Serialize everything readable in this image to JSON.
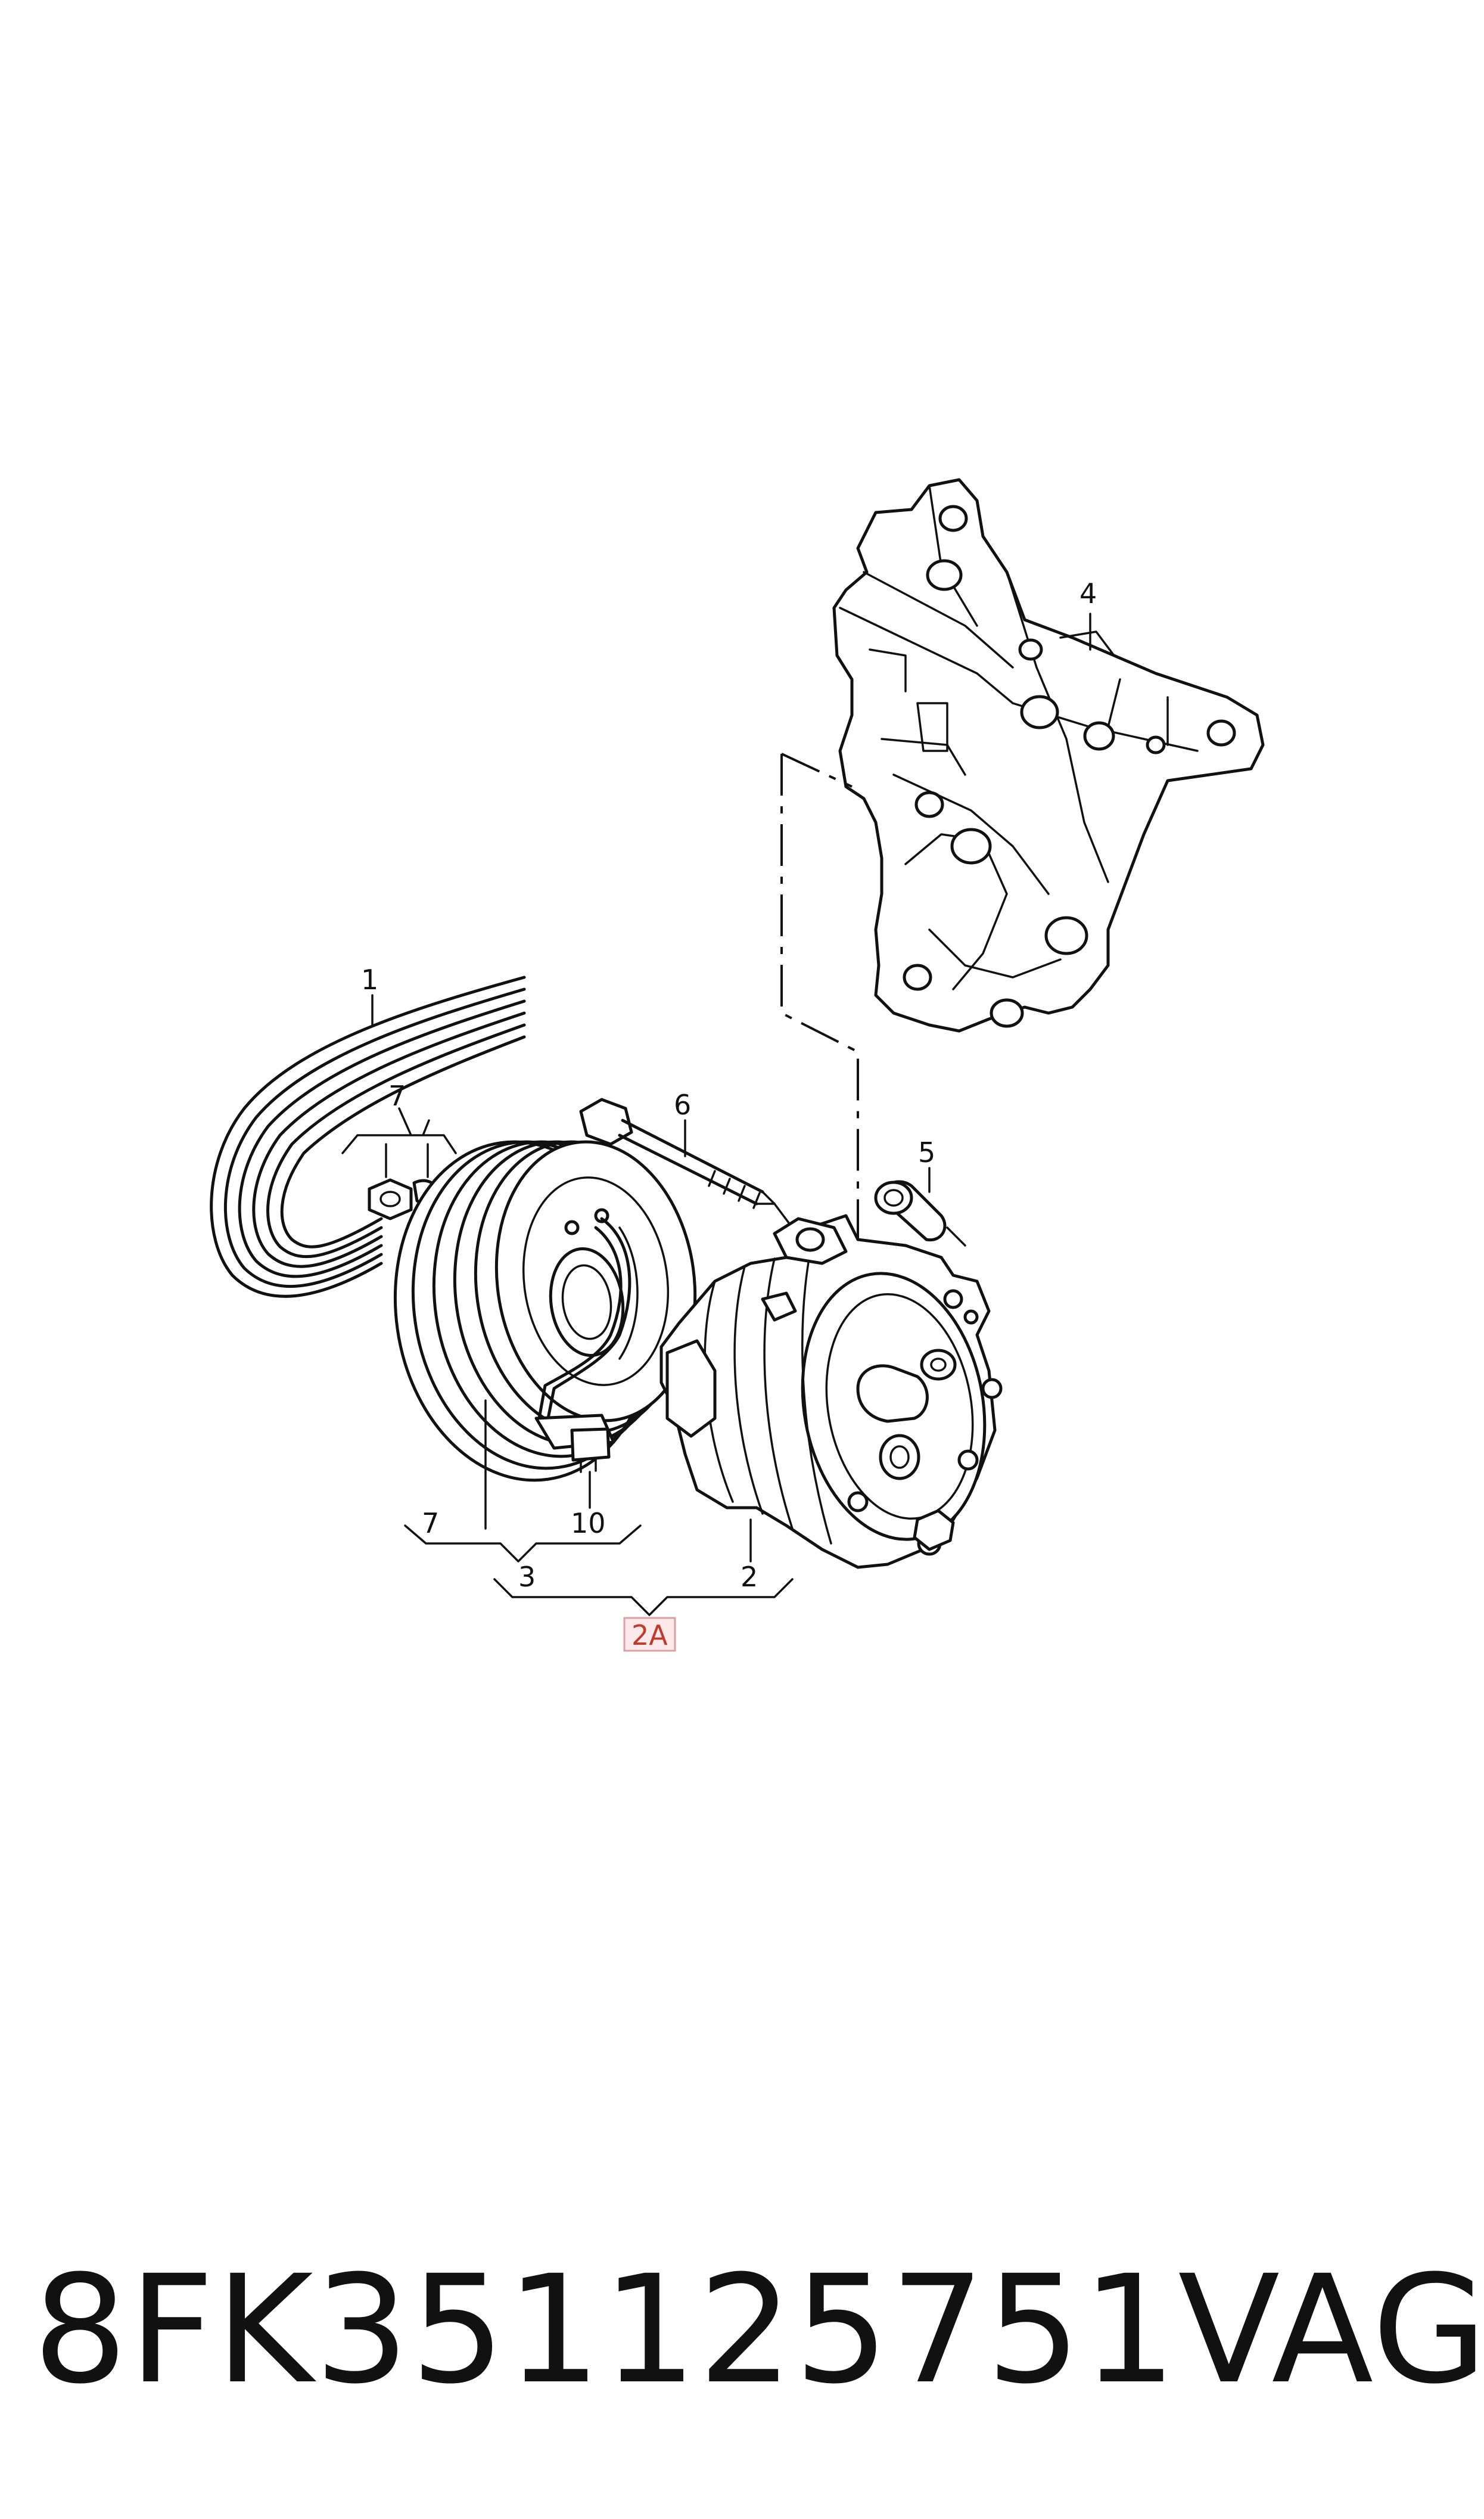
{
  "callouts": {
    "c1": "1",
    "c2_top": "2",
    "c3": "3",
    "c4": "4",
    "c5": "5",
    "c6": "6",
    "c7_top": "7",
    "c7_bottom": "7",
    "c10": "10"
  },
  "reference_label": "2A",
  "footer": {
    "part_number": "8FK351125751",
    "brand": "VAG"
  },
  "colors": {
    "line": "#111111",
    "reference_text": "#c0392b",
    "reference_fill": "#fde8ea"
  }
}
